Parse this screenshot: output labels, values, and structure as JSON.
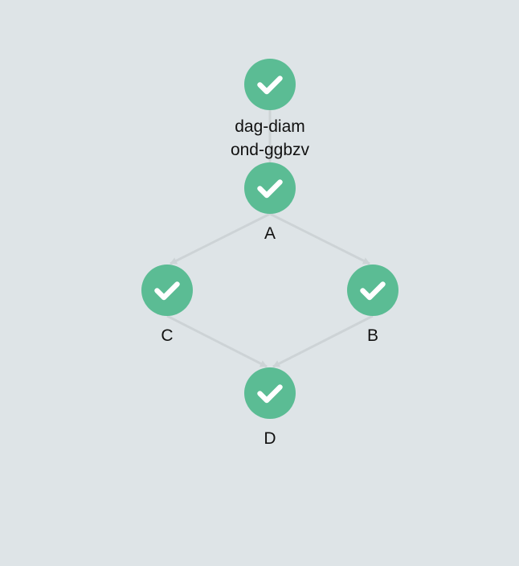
{
  "colors": {
    "background": "#dee4e7",
    "node_fill": "#5bbc94",
    "check": "#ffffff",
    "edge": "#cdd3d6"
  },
  "workflow": {
    "nodes": [
      {
        "id": "root",
        "label": "dag-diam\nond-ggbzv",
        "status": "succeeded",
        "icon": "check-icon"
      },
      {
        "id": "A",
        "label": "A",
        "status": "succeeded",
        "icon": "check-icon"
      },
      {
        "id": "C",
        "label": "C",
        "status": "succeeded",
        "icon": "check-icon"
      },
      {
        "id": "B",
        "label": "B",
        "status": "succeeded",
        "icon": "check-icon"
      },
      {
        "id": "D",
        "label": "D",
        "status": "succeeded",
        "icon": "check-icon"
      }
    ],
    "edges": [
      {
        "from": "root",
        "to": "A",
        "arrow": false
      },
      {
        "from": "A",
        "to": "C",
        "arrow": true
      },
      {
        "from": "A",
        "to": "B",
        "arrow": true
      },
      {
        "from": "C",
        "to": "D",
        "arrow": true
      },
      {
        "from": "B",
        "to": "D",
        "arrow": true
      }
    ]
  }
}
